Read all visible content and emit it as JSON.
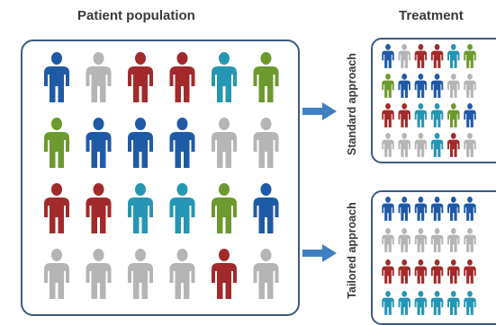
{
  "headings": {
    "patient_population": "Patient population",
    "treatment": "Treatment"
  },
  "approaches": {
    "standard": "Standard approach",
    "tailored": "Tailored approach"
  },
  "colors": {
    "blue": "#1f5aa6",
    "gray": "#b5b5b5",
    "red": "#a32a2a",
    "teal": "#2596b4",
    "green": "#6c9a2e",
    "border": "#3d5a80",
    "arrow": "#3f7fc1"
  },
  "population_grid": [
    [
      "blue",
      "gray",
      "red",
      "red",
      "teal",
      "green"
    ],
    [
      "green",
      "blue",
      "blue",
      "blue",
      "gray",
      "gray"
    ],
    [
      "red",
      "red",
      "teal",
      "teal",
      "green",
      "blue"
    ],
    [
      "gray",
      "gray",
      "gray",
      "gray",
      "red",
      "gray"
    ]
  ],
  "standard_grid": [
    [
      "blue",
      "gray",
      "red",
      "red",
      "teal",
      "green"
    ],
    [
      "green",
      "blue",
      "blue",
      "blue",
      "gray",
      "gray"
    ],
    [
      "red",
      "red",
      "teal",
      "teal",
      "green",
      "blue"
    ],
    [
      "gray",
      "gray",
      "gray",
      "teal",
      "red",
      "gray"
    ]
  ],
  "tailored_grid": [
    [
      "blue",
      "blue",
      "blue",
      "blue",
      "blue",
      "blue"
    ],
    [
      "gray",
      "gray",
      "gray",
      "gray",
      "gray",
      "gray"
    ],
    [
      "red",
      "red",
      "red",
      "red",
      "red",
      "red"
    ],
    [
      "teal",
      "teal",
      "teal",
      "teal",
      "teal",
      "teal"
    ]
  ]
}
